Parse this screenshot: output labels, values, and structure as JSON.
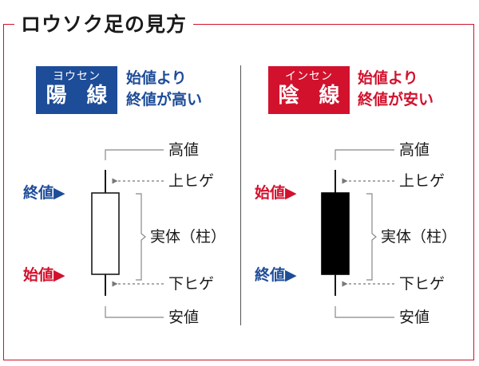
{
  "title": "ロウソク足の見方",
  "yang": {
    "badge_reading": "ヨウセン",
    "badge_kanji": "陽 線",
    "desc_line1": "始値より",
    "desc_line2": "終値が高い",
    "top_marker": "終値▶",
    "bottom_marker": "始値▶",
    "label_high": "高値",
    "label_upper_shadow": "上ヒゲ",
    "label_body": "実体（柱）",
    "label_lower_shadow": "下ヒゲ",
    "label_low": "安値"
  },
  "yin": {
    "badge_reading": "インセン",
    "badge_kanji": "陰 線",
    "desc_line1": "始値より",
    "desc_line2": "終値が安い",
    "top_marker": "始値▶",
    "bottom_marker": "終値▶",
    "label_high": "高値",
    "label_upper_shadow": "上ヒゲ",
    "label_body": "実体（柱）",
    "label_lower_shadow": "下ヒゲ",
    "label_low": "安値"
  },
  "colors": {
    "yang_blue": "#1d4c98",
    "yin_red": "#d2112d",
    "frame_red": "#d2112d",
    "yin_body": "#000000",
    "yang_body": "#ffffff"
  }
}
